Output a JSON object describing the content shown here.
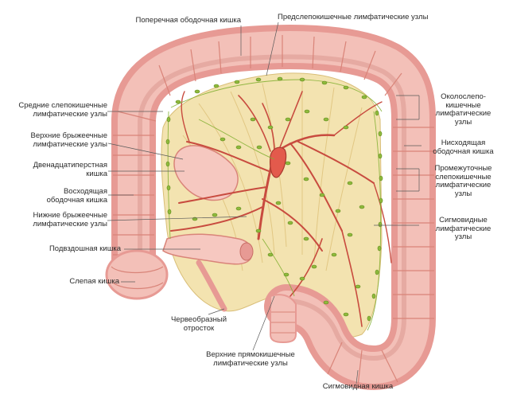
{
  "labels": {
    "transverse_colon": "Поперечная ободочная кишка",
    "precaecal_nodes": "Предслепокишечные лимфатические узлы",
    "middle_colic_nodes": "Средние слепокишечные\nлимфатические узлы",
    "superior_mesenteric_nodes": "Верхние брыжеечные\nлимфатические узлы",
    "duodenum": "Двенадцатиперстная\nкишка",
    "ascending_colon": "Восходящая\nободочная кишка",
    "inferior_mesenteric_nodes": "Нижние брыжеечные\nлимфатические узлы",
    "ileum": "Подвздошная кишка",
    "caecum": "Слепая кишка",
    "appendix": "Червеобразный\nотросток",
    "superior_rectal_nodes": "Верхние прямокишечные\nлимфатические узлы",
    "sigmoid_colon": "Сигмовидная кишка",
    "paracolic_nodes": "Околослепо-\nкишечные\nлимфатические\nузлы",
    "descending_colon": "Нисходящая\nободочная кишка",
    "intermediate_colic_nodes": "Промежуточные\nслепокишечные\nлимфатические\nузлы",
    "sigmoid_nodes": "Сигмовидные\nлимфатические\nузлы"
  },
  "colors": {
    "colon_outer": "#e79a94",
    "colon_haustra": "#f3c0b8",
    "colon_inner": "#f6d8d2",
    "mesentery": "#f3e3b0",
    "mesentery_fold": "#e6cf8e",
    "artery": "#c84b3f",
    "lymph_node": "#8fba3c",
    "lymph_vessel": "#7fae2e",
    "leader_line": "#5a5a5a"
  }
}
